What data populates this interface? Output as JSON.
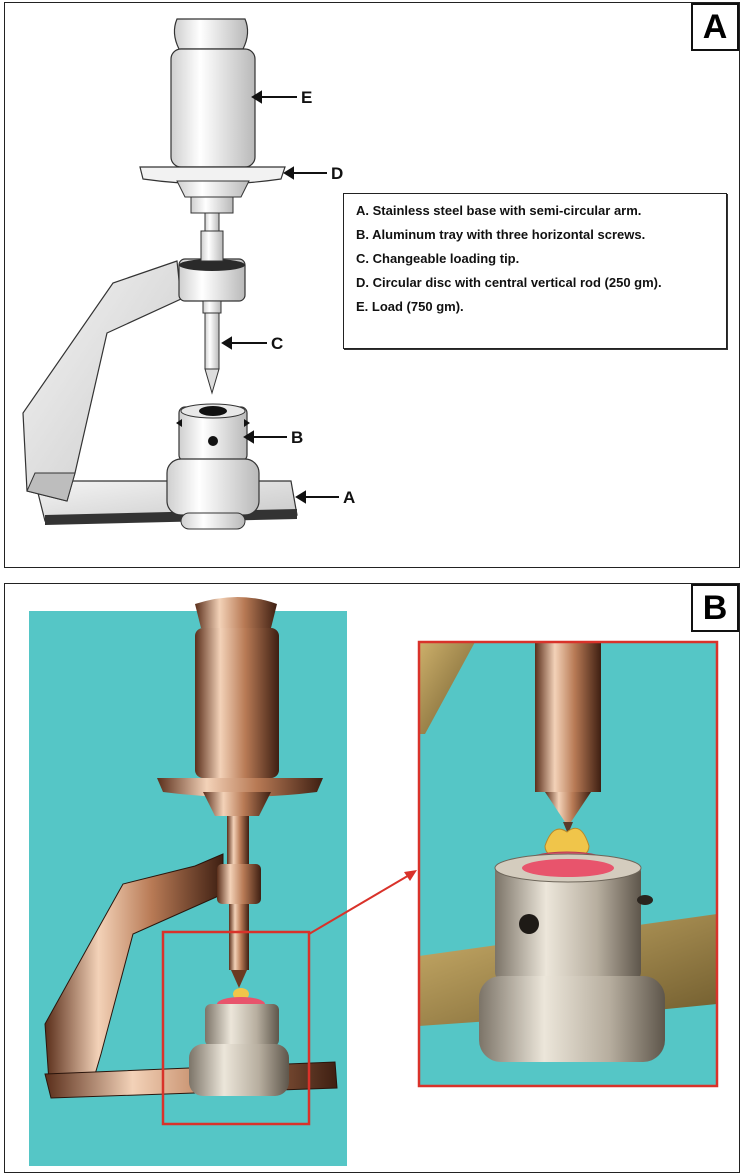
{
  "panel_a": {
    "tag": "A",
    "legend": [
      "A. Stainless steel base with semi-circular arm.",
      "B. Aluminum tray with three horizontal screws.",
      "C. Changeable loading tip.",
      "D. Circular disc with central vertical rod (250 gm).",
      "E. Load (750 gm)."
    ],
    "callouts": {
      "a": "A",
      "b": "B",
      "c": "C",
      "d": "D",
      "e": "E"
    }
  },
  "panel_b": {
    "tag": "B"
  },
  "colors": {
    "photo_background": "#55c6c6",
    "highlight_box": "#d9322a",
    "metal_copper": "#b87a55",
    "metal_steel": "#c9c2b6"
  }
}
